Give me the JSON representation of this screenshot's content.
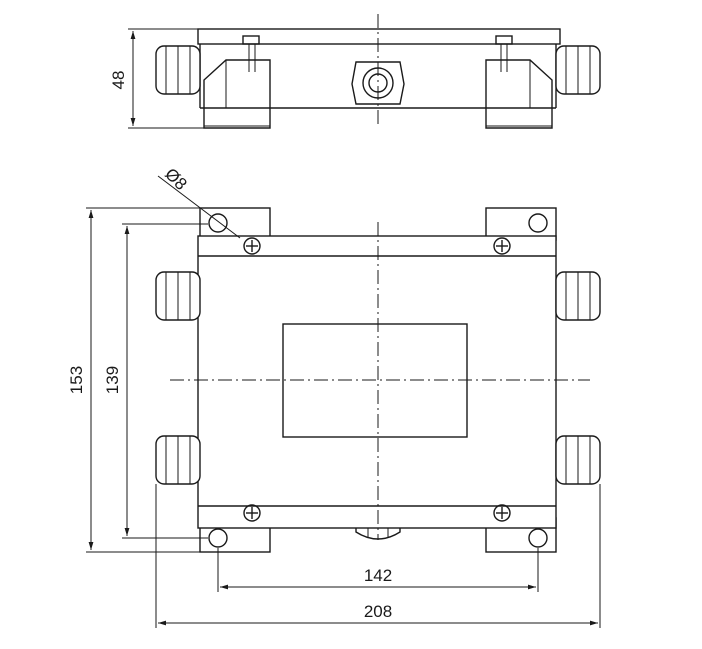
{
  "dimensions": {
    "side_height": "48",
    "hole_diameter": "Ø8",
    "overall_height": "153",
    "inner_height": "139",
    "hole_spacing": "142",
    "overall_width": "208"
  }
}
